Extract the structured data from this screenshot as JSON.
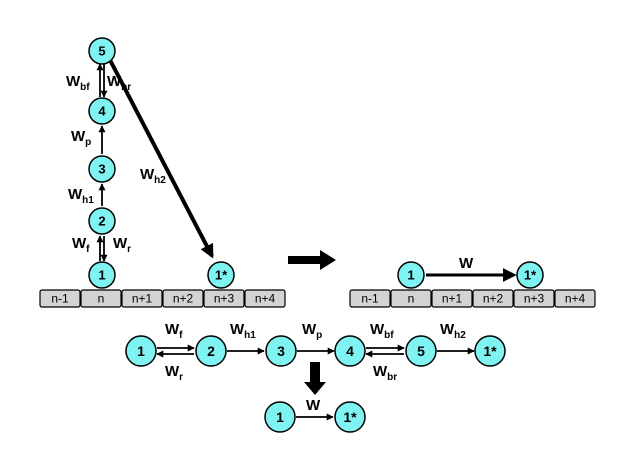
{
  "nodes": {
    "n1": "1",
    "n2": "2",
    "n3": "3",
    "n4": "4",
    "n5": "5",
    "n1s": "1*"
  },
  "cells": [
    "n-1",
    "n",
    "n+1",
    "n+2",
    "n+3",
    "n+4"
  ],
  "weights": {
    "main": "W",
    "f": "f",
    "r": "r",
    "h1": "h1",
    "h2": "h2",
    "p": "p",
    "bf": "bf",
    "br": "br"
  }
}
